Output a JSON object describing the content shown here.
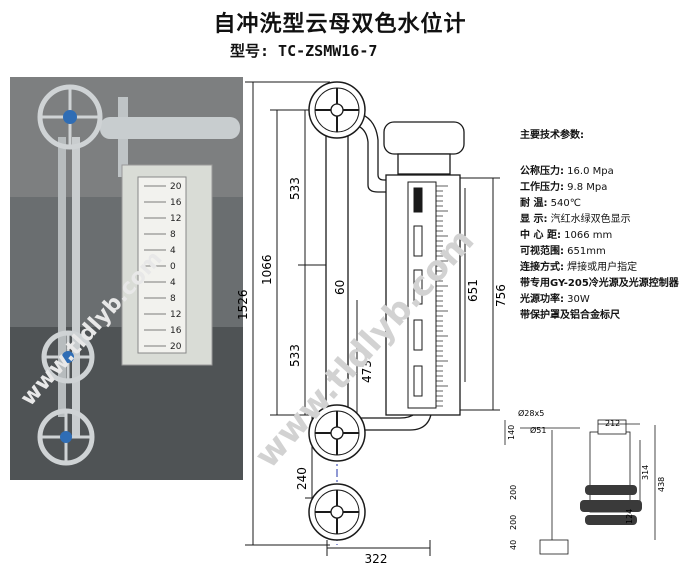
{
  "title": "自冲洗型云母双色水位计",
  "model": "型号: TC-ZSMW16-7",
  "watermark": "www.tldlyb.com",
  "photo_scale_labels": [
    "20",
    "16",
    "12",
    "8",
    "4",
    "0",
    "4",
    "8",
    "12",
    "16",
    "20"
  ],
  "dimensions": {
    "overall_height": "1526",
    "center_distance": "1066",
    "upper_segment": "533",
    "lower_segment": "533",
    "offset_60": "60",
    "visible_range": "651",
    "gauge_height": "756",
    "lower_473": "473",
    "bottom_240": "240",
    "width_322": "322"
  },
  "side_view": {
    "bolt": "Ø28x5",
    "pipe": "Ø51",
    "d_212": "212",
    "d_140": "140",
    "d_314": "314",
    "d_438": "438",
    "d_124": "124",
    "d_200a": "200",
    "d_200b": "200",
    "d_40": "40"
  },
  "specs": {
    "header": "主要技术参数:",
    "rows": [
      {
        "label": "公称压力:",
        "value": "16.0 Mpa"
      },
      {
        "label": "工作压力:",
        "value": "9.8 Mpa"
      },
      {
        "label": "耐    温:",
        "value": "540℃"
      },
      {
        "label": "显    示:",
        "value": "汽红水绿双色显示"
      },
      {
        "label": "中 心 距:",
        "value": "1066 mm"
      },
      {
        "label": "可视范围:",
        "value": "651mm"
      },
      {
        "label": "连接方式:",
        "value": "焊接或用户指定"
      },
      {
        "label": "带专用GY-205冷光源及光源控制器",
        "value": ""
      },
      {
        "label": "光源功率:",
        "value": "30W"
      },
      {
        "label": "带保护罩及铝合金标尺",
        "value": ""
      }
    ]
  },
  "colors": {
    "steam": "#c9302c",
    "water": "#2e8b3a",
    "line": "#1a1a1a",
    "centerline": "#2233aa"
  }
}
